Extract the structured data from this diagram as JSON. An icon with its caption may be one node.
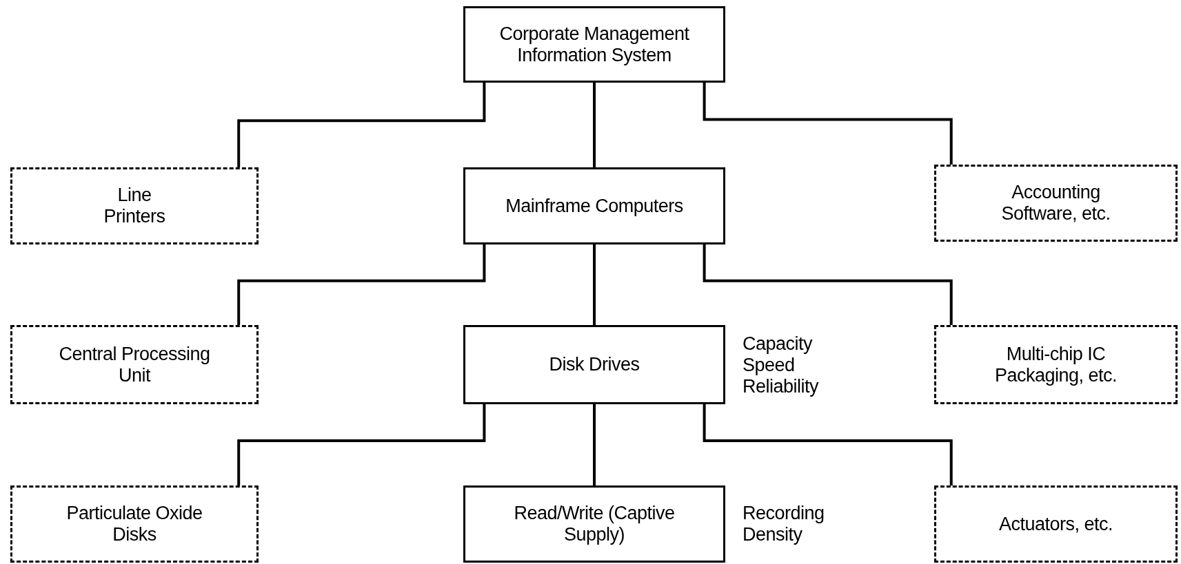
{
  "diagram": {
    "nodes": [
      {
        "text": [
          "Corporate Management Information System"
        ]
      },
      {
        "text": [
          "Line Printers"
        ]
      },
      {
        "text": [
          "Mainframe Computers"
        ]
      },
      {
        "text": [
          "Accounting Software, etc."
        ]
      },
      {
        "text": [
          "Central Processing Unit"
        ]
      },
      {
        "text": [
          "Disk Drives"
        ],
        "beside": [
          "Capacity Speed Reliability"
        ]
      },
      {
        "text": [
          "Multi-chip IC Packaging, etc."
        ]
      },
      {
        "text": [
          "Particulate Oxide Disks"
        ]
      },
      {
        "text": [
          "Read/Write (Captive Supply)"
        ],
        "beside": [
          "Recording Density"
        ]
      },
      {
        "text": [
          "Actuators, etc."
        ]
      }
    ],
    "edges": [
      {
        "from": 0,
        "to": 1,
        "arrow": "none"
      },
      {
        "from": 0,
        "to": 2,
        "arrow": "none"
      },
      {
        "from": 0,
        "to": 3,
        "arrow": "none"
      },
      {
        "from": 2,
        "to": 4,
        "arrow": "none"
      },
      {
        "from": 2,
        "to": 5,
        "arrow": "none"
      },
      {
        "from": 2,
        "to": 6,
        "arrow": "none"
      },
      {
        "from": 5,
        "to": 7,
        "arrow": "none"
      },
      {
        "from": 5,
        "to": 8,
        "arrow": "none"
      },
      {
        "from": 5,
        "to": 9,
        "arrow": "none"
      }
    ]
  }
}
